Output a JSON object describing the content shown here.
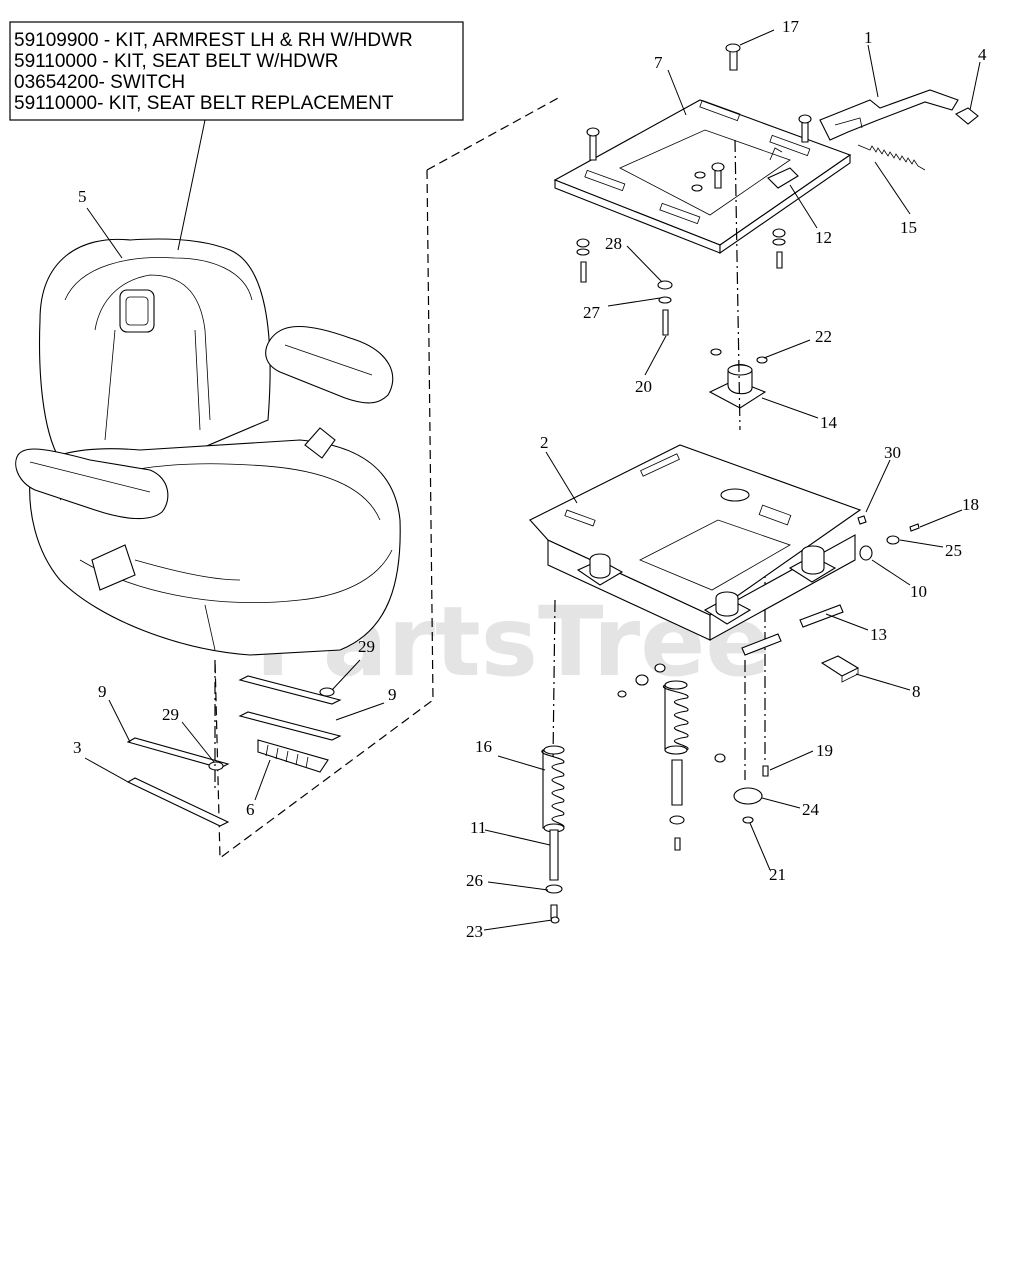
{
  "kit_list": [
    "59109900 - KIT, ARMREST LH & RH W/HDWR",
    "59110000 - KIT, SEAT BELT W/HDWR",
    "03654200- SWITCH",
    "59110000- KIT, SEAT BELT REPLACEMENT"
  ],
  "watermark": "PartsTree",
  "callouts": {
    "c1": "1",
    "c2": "2",
    "c3": "3",
    "c4": "4",
    "c5": "5",
    "c6": "6",
    "c7": "7",
    "c8": "8",
    "c9a": "9",
    "c9b": "9",
    "c10": "10",
    "c11": "11",
    "c12": "12",
    "c13": "13",
    "c14": "14",
    "c15": "15",
    "c16": "16",
    "c17": "17",
    "c18": "18",
    "c19": "19",
    "c20": "20",
    "c21": "21",
    "c22": "22",
    "c23": "23",
    "c24": "24",
    "c25": "25",
    "c26": "26",
    "c27": "27",
    "c28": "28",
    "c29a": "29",
    "c29b": "29",
    "c30": "30"
  }
}
